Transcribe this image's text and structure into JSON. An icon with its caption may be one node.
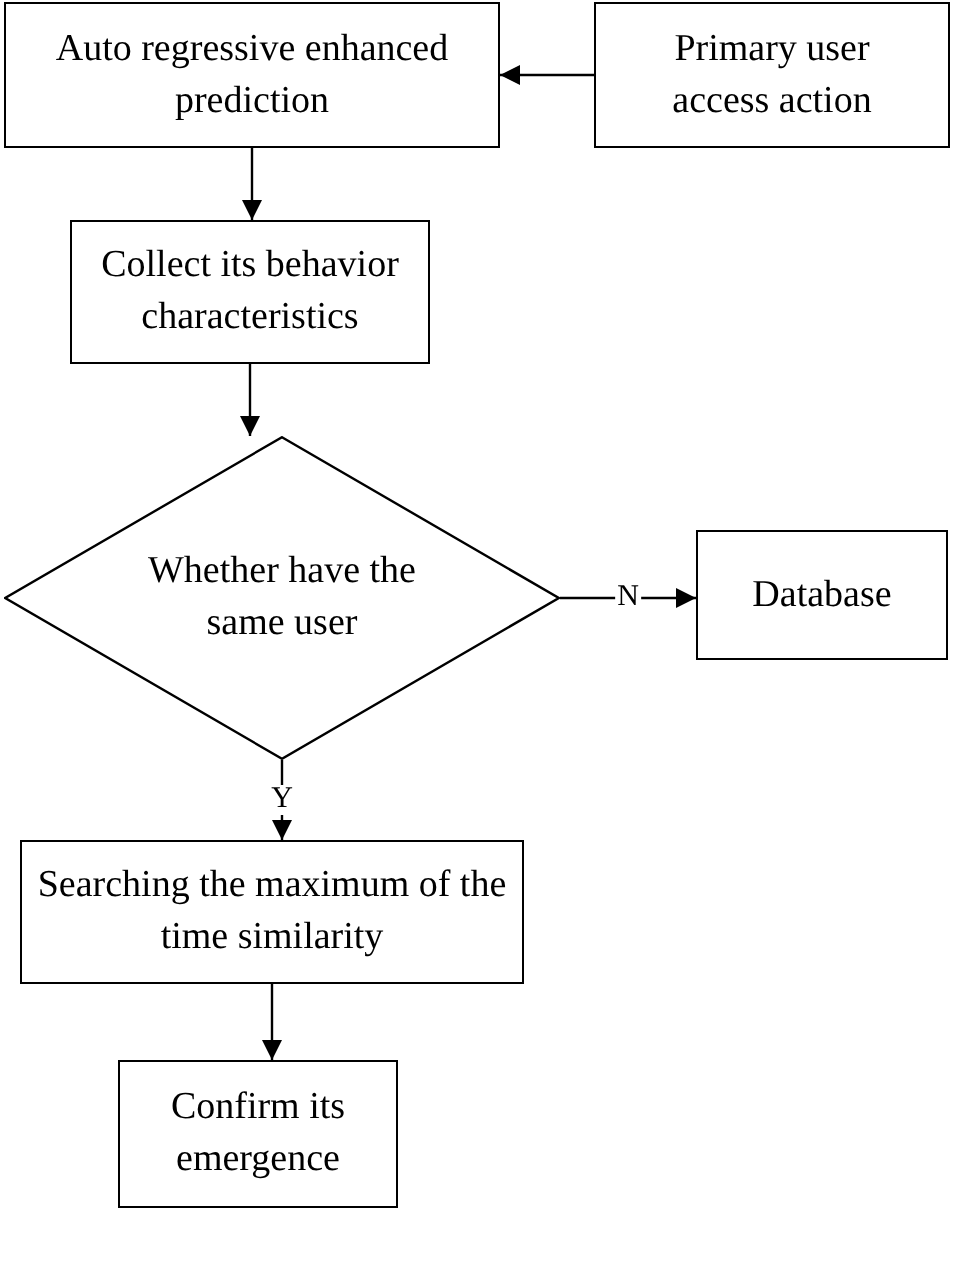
{
  "diagram": {
    "nodes": [
      {
        "text": [
          "Auto regressive enhanced prediction"
        ]
      },
      {
        "text": [
          "Primary user access action"
        ]
      },
      {
        "text": [
          "Collect its behavior characteristics"
        ]
      },
      {
        "text": [
          "Whether have the same user"
        ]
      },
      {
        "text": [
          "Database"
        ]
      },
      {
        "text": [
          "Searching the maximum of the time similarity"
        ]
      },
      {
        "text": [
          "Confirm its emergence"
        ]
      }
    ],
    "edges": [
      {
        "from": 1,
        "to": 0,
        "arrow": "to"
      },
      {
        "from": 0,
        "to": 2,
        "arrow": "to"
      },
      {
        "from": 2,
        "to": 3,
        "arrow": "to"
      },
      {
        "from": 3,
        "to": 4,
        "arrow": "to",
        "label": "N"
      },
      {
        "from": 3,
        "to": 5,
        "arrow": "to",
        "label": "Y"
      },
      {
        "from": 5,
        "to": 6,
        "arrow": "to"
      }
    ]
  }
}
